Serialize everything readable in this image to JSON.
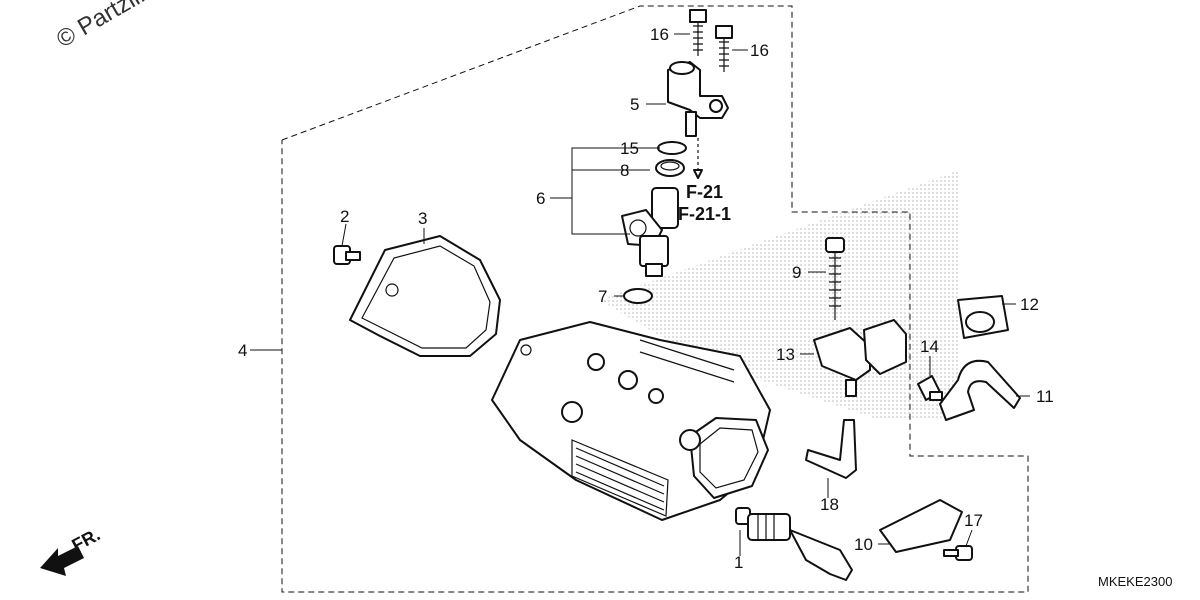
{
  "watermark": "© Partzilla.",
  "diagram_code": "MKEKE2300",
  "orientation": "FR.",
  "references": [
    "F-21",
    "F-21-1"
  ],
  "callouts": [
    "1",
    "2",
    "3",
    "4",
    "5",
    "6",
    "7",
    "8",
    "9",
    "10",
    "11",
    "12",
    "13",
    "14",
    "15",
    "16",
    "16",
    "17",
    "18"
  ]
}
